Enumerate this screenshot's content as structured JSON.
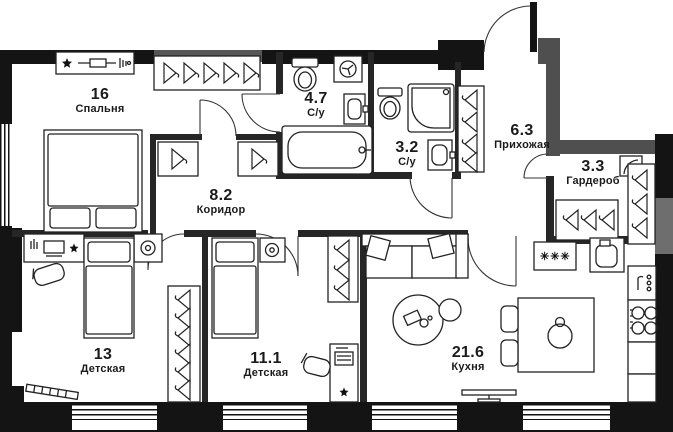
{
  "plan": {
    "rooms": [
      {
        "area": "16",
        "name": "Спальня"
      },
      {
        "area": "4.7",
        "name": "С/у"
      },
      {
        "area": "3.2",
        "name": "С/у"
      },
      {
        "area": "6.3",
        "name": "Прихожая"
      },
      {
        "area": "3.3",
        "name": "Гардероб"
      },
      {
        "area": "8.2",
        "name": "Коридор"
      },
      {
        "area": "13",
        "name": "Детская"
      },
      {
        "area": "11.1",
        "name": "Детская"
      },
      {
        "area": "21.6",
        "name": "Кухня"
      }
    ],
    "kitchen_hood_label": "✳✳✳",
    "colors": {
      "exterior_wall": "#141414",
      "entry_wall": "#4f4f4f",
      "window_gray": "#6e6e6e",
      "furniture_line": "#222222",
      "background": "#ffffff"
    },
    "icons": {
      "hanger-icon": "triangle clothes hanger with hook",
      "double-bed-icon": "rectangle with two pillows",
      "single-bed-icon": "rectangle with pillow and blanket",
      "bathtub-icon": "rounded rectangle with tap",
      "toilet-icon": "tank and oval bowl",
      "shower-icon": "square with rounded inner corner",
      "sink-icon": "rectangle with rounded basin",
      "washer-icon": "square with round door",
      "stove-icon": "four burner circles",
      "sofa-icon": "sofa with two cushions and pillows",
      "armchair-icon": "round chair with side table",
      "dining-table-icon": "table with chairs and plate",
      "tv-icon": "thin bar on stand",
      "desk-icon": "desk with accessories",
      "lamp-icon": "circle spiral on nightstand",
      "star-icon": "small star",
      "radiator-icon": "striped diagonal bar"
    }
  }
}
